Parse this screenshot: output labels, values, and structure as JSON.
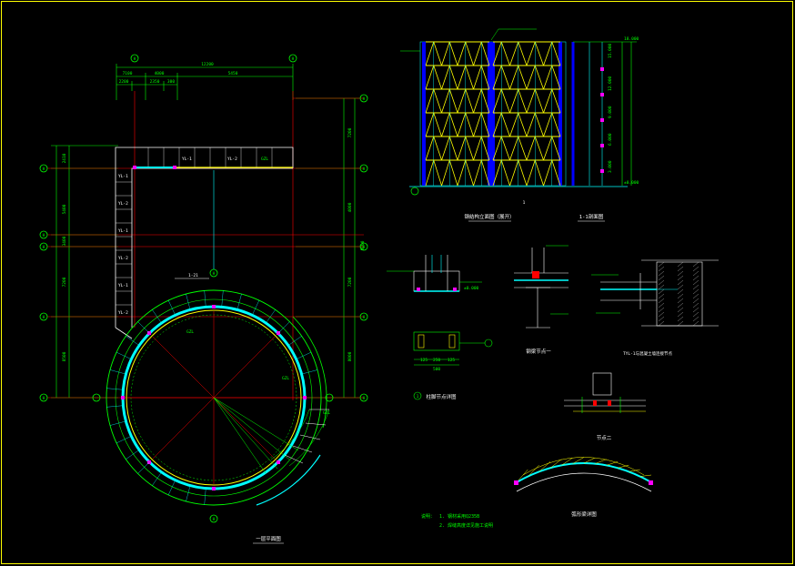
{
  "plan": {
    "grid_labels": [
      "H",
      "H",
      "H",
      "H",
      "H"
    ],
    "top_dims": [
      "12200",
      "5450",
      "7100",
      "4000",
      "2200",
      "2350",
      "300"
    ],
    "left_dims": [
      "2410",
      "5400",
      "3400",
      "7200",
      "8500"
    ],
    "right_dims": [
      "7200",
      "4000",
      "7200",
      "8000",
      "8000"
    ],
    "ring_labels": [
      "GZL",
      "GZL",
      "GZL"
    ],
    "column_tags": [
      "YL-1",
      "YL-2",
      "GZL"
    ],
    "section_mark": "1-21",
    "title": "一层平面图"
  },
  "elevation": {
    "level_top": "18.000",
    "level_bottom": "±0.000",
    "level_marks": [
      "15.000",
      "12.000",
      "9.000",
      "6.000",
      "3.000"
    ],
    "section_label": "1",
    "title_left": "钢结构立面图（展开）",
    "title_right": "1-1剖面图"
  },
  "details": {
    "detail1_title": "柱脚节点详图",
    "detail2_title": "钢梁节点一",
    "detail3_title": "节点二",
    "detail4_title": "TYL-1与混凝土墙连接节点",
    "detail5_title": "弧形梁详图",
    "circle_marker": "1",
    "dims_row": [
      "125",
      "250",
      "125"
    ],
    "dim_total": "500",
    "elev_mark": "±0.000"
  },
  "notes": {
    "label": "说明：",
    "line1": "1. 钢材采用Q235B",
    "line2": "2. 焊缝高度详见施工说明"
  },
  "colors": {
    "background": "#000000",
    "border": "#ffff00",
    "axis": "#ff0000",
    "dim": "#00ff00",
    "struct": "#00ffff",
    "wall": "#ffffff",
    "truss": "#ffff00",
    "column": "#0000ff",
    "magenta": "#ff00ff"
  }
}
